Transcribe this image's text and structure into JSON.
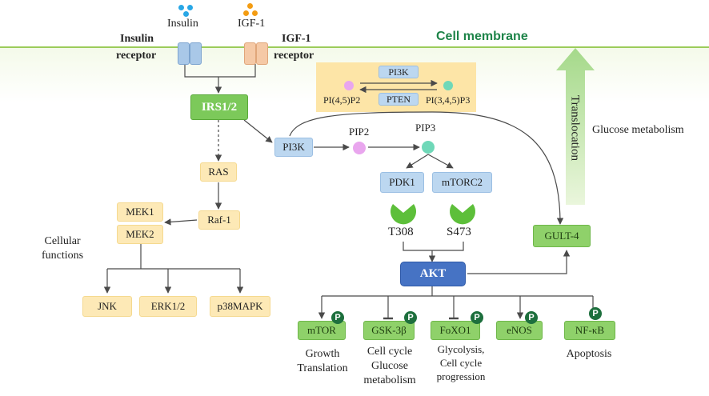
{
  "membrane": {
    "label": "Cell membrane"
  },
  "ligands": {
    "insulin": "Insulin",
    "igf1": "IGF-1"
  },
  "receptors": {
    "insulin_line1": "Insulin",
    "insulin_line2": "receptor",
    "igf1_line1": "IGF-1",
    "igf1_line2": "receptor"
  },
  "nodes": {
    "irs": "IRS1/2",
    "pi3k": "PI3K",
    "pip2": "PIP2",
    "pip3": "PIP3",
    "pdk1": "PDK1",
    "mtorc2": "mTORC2",
    "t308": "T308",
    "s473": "S473",
    "akt": "AKT",
    "gult4": "GULT-4",
    "ras": "RAS",
    "raf1": "Raf-1",
    "mek1": "MEK1",
    "mek2": "MEK2",
    "jnk": "JNK",
    "erk": "ERK1/2",
    "p38": "p38MAPK"
  },
  "pi3k_panel": {
    "pi3k": "PI3K",
    "pten": "PTEN",
    "pip2": "PI(4,5)P2",
    "pip3": "PI(3,4,5)P3"
  },
  "labels": {
    "cellular_functions": "Cellular\nfunctions",
    "glucose_metabolism": "Glucose metabolism",
    "translocation": "Translocation"
  },
  "targets": [
    {
      "name": "mTOR",
      "badge": "P",
      "effect": "Growth\nTranslation"
    },
    {
      "name": "GSK-3β",
      "badge": "P",
      "effect": "Cell cycle\nGlucose\nmetabolism"
    },
    {
      "name": "FoXO1",
      "badge": "P",
      "effect": "Glycolysis,\nCell cycle\nprogression"
    },
    {
      "name": "eNOS",
      "badge": "P",
      "effect": ""
    },
    {
      "name": "NF-κB",
      "badge": "P",
      "effect": "Apoptosis"
    }
  ],
  "colors": {
    "membrane": "#9ccc5a",
    "membrane_text": "#1e8449",
    "irs": "#7cc95a",
    "akt": "#4673c4",
    "blue_box": "#bcd7f0",
    "yellow_box": "#fde9b6",
    "green_box": "#8fd16a",
    "phospho_badge": "#1d6f3d",
    "pip2_dot": "#e9a6ee",
    "pip3_dot": "#6fd8b8",
    "insulin_dot": "#28a7e6",
    "igf1_dot": "#f39c12"
  }
}
